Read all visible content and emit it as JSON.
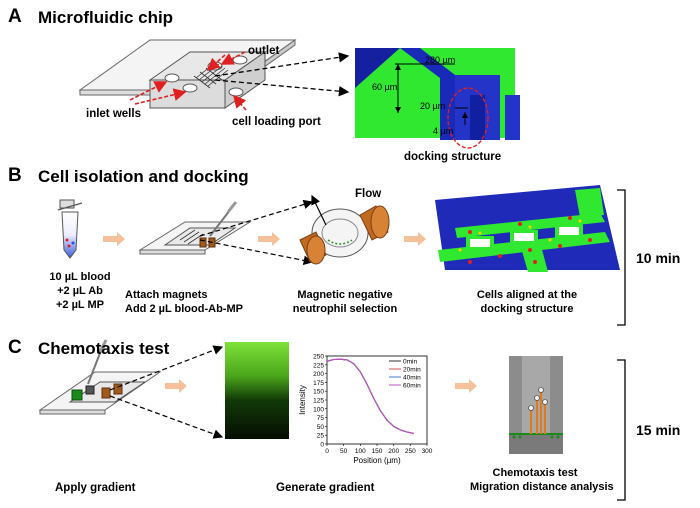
{
  "panelA": {
    "letter": "A",
    "title": "Microfluidic chip",
    "labels": {
      "outlet": "outlet",
      "inlet": "inlet wells",
      "port": "cell loading port",
      "docking": "docking structure"
    },
    "dims": {
      "w280": "280 µm",
      "h60": "60 µm",
      "g20": "20 µm",
      "g4": "4 µm"
    }
  },
  "panelB": {
    "letter": "B",
    "title": "Cell isolation and docking",
    "step1": [
      "10 µL blood",
      "+2 µL Ab",
      "+2 µL MP"
    ],
    "step2": [
      "Attach magnets",
      "Add 2 µL blood-Ab-MP"
    ],
    "step3": [
      "Magnetic negative",
      "neutrophil selection"
    ],
    "step4": [
      "Cells aligned at the",
      "docking structure"
    ],
    "flow": "Flow",
    "time": "10 min"
  },
  "panelC": {
    "letter": "C",
    "title": "Chemotaxis test",
    "apply": "Apply gradient",
    "generate": "Generate gradient",
    "test": [
      "Chemotaxis test",
      "Migration distance analysis"
    ],
    "time": "15 min"
  },
  "chart_data": {
    "type": "line",
    "title": "",
    "xlabel": "Position (µm)",
    "ylabel": "Intensity",
    "xlim": [
      0,
      300
    ],
    "ylim": [
      0,
      250
    ],
    "xticks": [
      0,
      50,
      100,
      150,
      200,
      250,
      300
    ],
    "yticks": [
      0,
      25,
      50,
      75,
      100,
      125,
      150,
      175,
      200,
      225,
      250
    ],
    "legend_position": "top-right",
    "x": [
      0,
      20,
      40,
      60,
      80,
      100,
      120,
      140,
      160,
      180,
      200,
      220,
      240,
      260
    ],
    "series": [
      {
        "name": "0min",
        "color": "#333333",
        "values": [
          235,
          240,
          241,
          239,
          228,
          205,
          170,
          130,
          95,
          68,
          50,
          40,
          34,
          30
        ]
      },
      {
        "name": "20min",
        "color": "#d9534f",
        "values": [
          235,
          240,
          241,
          239,
          228,
          205,
          170,
          130,
          95,
          68,
          50,
          40,
          34,
          30
        ]
      },
      {
        "name": "40min",
        "color": "#4a7bd0",
        "values": [
          235,
          240,
          241,
          239,
          228,
          205,
          170,
          130,
          95,
          68,
          50,
          40,
          34,
          30
        ]
      },
      {
        "name": "60min",
        "color": "#c050c0",
        "values": [
          235,
          240,
          241,
          239,
          228,
          205,
          170,
          130,
          95,
          68,
          50,
          40,
          34,
          30
        ]
      }
    ]
  }
}
